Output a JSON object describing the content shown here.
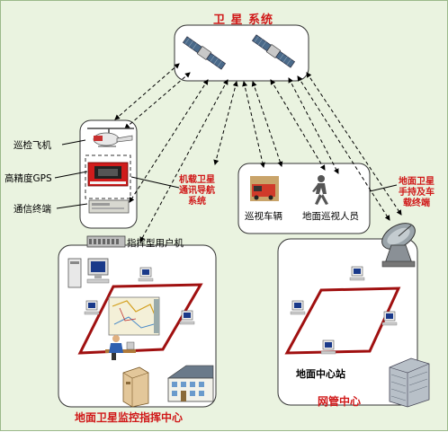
{
  "title": "卫 星 系统",
  "labels": {
    "helicopter": "巡检飞机",
    "gps": "高精度GPS",
    "comm_terminal": "通信终端",
    "airborne_system": [
      "机载卫星",
      "通讯导航",
      "系统"
    ],
    "command_user": "指挥型用户机",
    "patrol_vehicle": "巡视车辆",
    "ground_patrol": "地面巡视人员",
    "ground_handheld": [
      "地面卫星",
      "手持及车",
      "载终端"
    ],
    "center_station": "地面中心站",
    "network_center": "网管中心",
    "command_center": "地面卫星监控指挥中心"
  },
  "colors": {
    "background": "#eaf3e0",
    "accent_red": "#d01818",
    "network_line": "#a01010"
  },
  "icons": [
    "satellite-icon",
    "helicopter-icon",
    "gps-receiver-icon",
    "comm-terminal-icon",
    "rack-device-icon",
    "patrol-vehicle-icon",
    "walking-person-icon",
    "satellite-dish-icon",
    "workstation-icon",
    "computer-icon",
    "operator-icon",
    "server-icon",
    "building-icon",
    "tower-building-icon",
    "map-icon"
  ]
}
